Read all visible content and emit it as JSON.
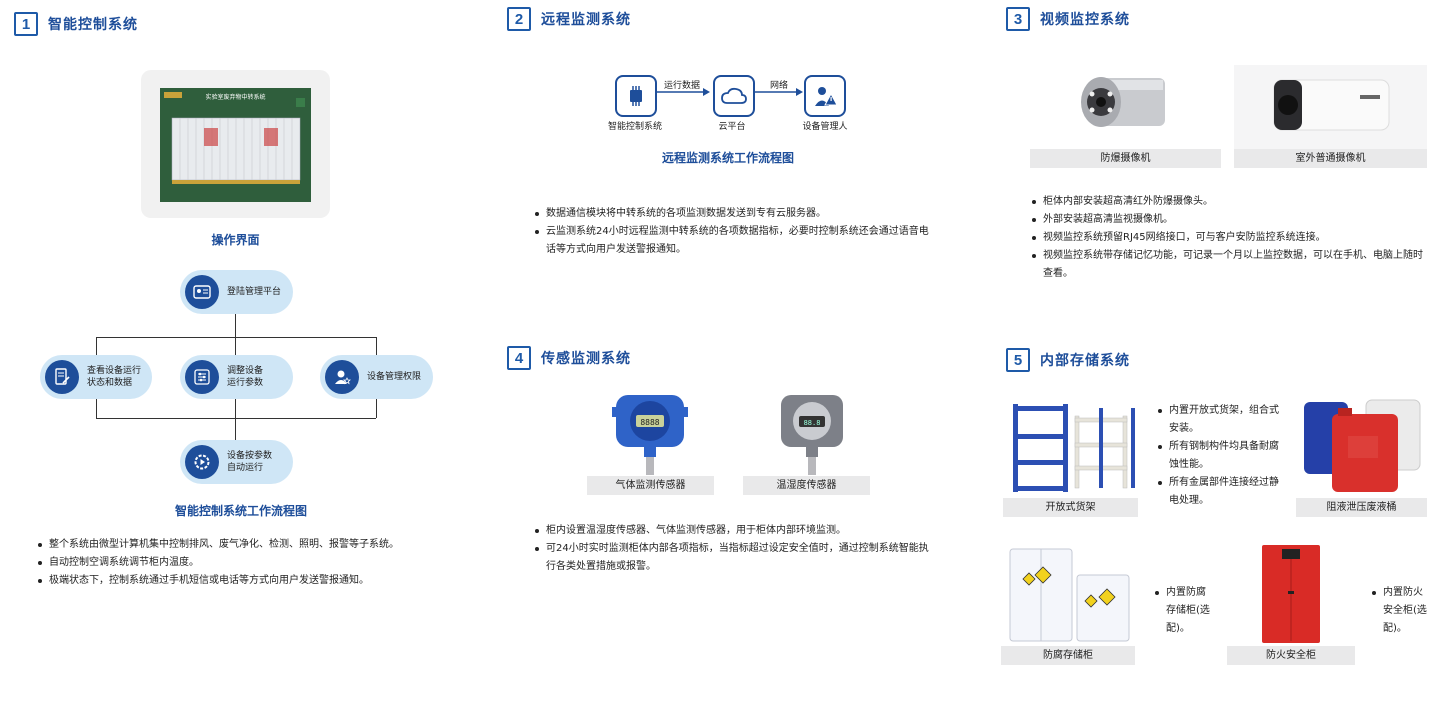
{
  "sections": [
    {
      "num": "1",
      "title": "智能控制系统"
    },
    {
      "num": "2",
      "title": "远程监测系统"
    },
    {
      "num": "3",
      "title": "视频监控系统"
    },
    {
      "num": "4",
      "title": "传感监测系统"
    },
    {
      "num": "5",
      "title": "内部存储系统"
    }
  ],
  "s1": {
    "screen_title": "实验室废弃物中转系统",
    "screen_caption": "操作界面",
    "flow": {
      "top": "登陆管理平台",
      "left_l1": "查看设备运行",
      "left_l2": "状态和数据",
      "mid_l1": "调整设备",
      "mid_l2": "运行参数",
      "right": "设备管理权限",
      "bottom_l1": "设备按参数",
      "bottom_l2": "自动运行"
    },
    "flow_caption": "智能控制系统工作流程图",
    "bullets": [
      "整个系统由微型计算机集中控制排风、废气净化、检测、照明、报警等子系统。",
      "自动控制空调系统调节柜内温度。",
      "极端状态下，控制系统通过手机短信或电话等方式向用户发送警报通知。"
    ]
  },
  "s2": {
    "nodes": [
      "智能控制系统",
      "云平台",
      "设备管理人"
    ],
    "arrows": [
      "运行数据",
      "网络"
    ],
    "caption": "远程监测系统工作流程图",
    "bullets": [
      "数据通信模块将中转系统的各项监测数据发送到专有云服务器。",
      "云监测系统24小时远程监测中转系统的各项数据指标，必要时控制系统还会通过语音电话等方式向用户发送警报通知。"
    ]
  },
  "s3": {
    "cams": [
      "防爆摄像机",
      "室外普通摄像机"
    ],
    "bullets": [
      "柜体内部安装超高清红外防爆摄像头。",
      "外部安装超高清监视摄像机。",
      "视频监控系统预留RJ45网络接口，可与客户安防监控系统连接。",
      "视频监控系统带存储记忆功能，可记录一个月以上监控数据，可以在手机、电脑上随时查看。"
    ]
  },
  "s4": {
    "sensors": [
      "气体监测传感器",
      "温湿度传感器"
    ],
    "bullets": [
      "柜内设置温湿度传感器、气体监测传感器，用于柜体内部环境监测。",
      "可24小时实时监测柜体内部各项指标，当指标超过设定安全值时，通过控制系统智能执行各类处置措施或报警。"
    ]
  },
  "s5": {
    "items": [
      "开放式货架",
      "阻液泄压废液桶",
      "防腐存储柜",
      "防火安全柜"
    ],
    "shelf_notes": [
      "内置开放式货架，组合式安装。",
      "所有钢制构件均具备耐腐蚀性能。",
      "所有金属部件连接经过静电处理。"
    ],
    "corrosive_note": "内置防腐存储柜(选配)。",
    "fire_note": "内置防火安全柜(选配)。"
  }
}
